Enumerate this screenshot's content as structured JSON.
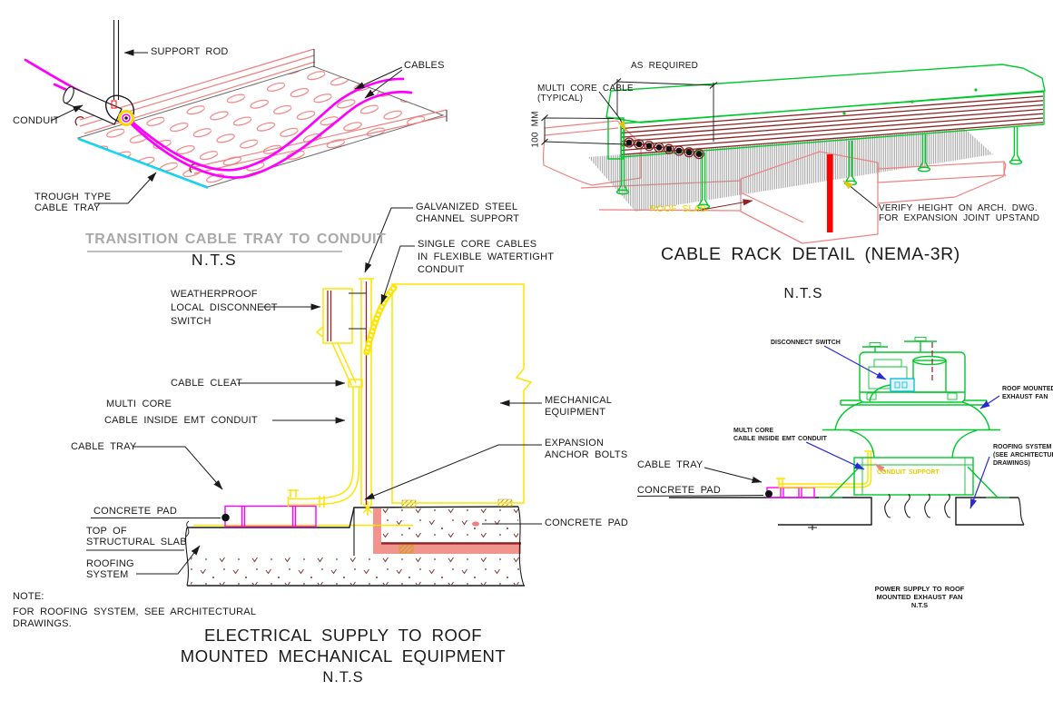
{
  "drawing1": {
    "title": "TRANSITION CABLE TRAY TO CONDUIT",
    "scale": "N.T.S",
    "labels": {
      "support_rod": "SUPPORT ROD",
      "cables": "CABLES",
      "conduit": "CONDUIT",
      "trough_type_line1": "TROUGH TYPE",
      "trough_type_line2": "CABLE TRAY"
    }
  },
  "drawing2": {
    "title": "CABLE RACK DETAIL (NEMA-3R)",
    "scale": "N.T.S",
    "labels": {
      "as_required": "AS REQUIRED",
      "multi_core_line1": "MULTI CORE CABLE",
      "multi_core_line2": "(TYPICAL)",
      "height_dim": "100 MM",
      "roof_slab": "ROOF SLAB",
      "verify_line1": "VERIFY HEIGHT ON ARCH. DWG.",
      "verify_line2": "FOR EXPANSION JOINT UPSTAND"
    }
  },
  "drawing3": {
    "title_line1": "ELECTRICAL SUPPLY TO ROOF",
    "title_line2": "MOUNTED MECHANICAL EQUIPMENT",
    "scale": "N.T.S",
    "labels": {
      "galvanized_line1": "GALVANIZED STEEL",
      "galvanized_line2": "CHANNEL SUPPORT",
      "single_core_line1": "SINGLE CORE CABLES",
      "single_core_line2": "IN FLEXIBLE WATERTIGHT",
      "single_core_line3": "CONDUIT",
      "weatherproof_line1": "WEATHERPROOF",
      "weatherproof_line2": "LOCAL DISCONNECT",
      "weatherproof_line3": "SWITCH",
      "cable_cleat": "CABLE CLEAT",
      "multi_core_line1": "MULTI CORE",
      "multi_core_line2": "CABLE INSIDE EMT CONDUIT",
      "cable_tray": "CABLE TRAY",
      "concrete_pad_left": "CONCRETE PAD",
      "top_of_line1": "TOP OF",
      "top_of_line2": "STRUCTURAL SLAB",
      "roofing_line1": "ROOFING",
      "roofing_line2": "SYSTEM",
      "mechanical_line1": "MECHANICAL",
      "mechanical_line2": "EQUIPMENT",
      "expansion_line1": "EXPANSION",
      "expansion_line2": "ANCHOR BOLTS",
      "concrete_pad_right": "CONCRETE PAD"
    },
    "note_heading": "NOTE:",
    "note_line1": "FOR ROOFING SYSTEM, SEE ARCHITECTURAL",
    "note_line2": "DRAWINGS."
  },
  "drawing4": {
    "title_line1": "POWER SUPPLY TO ROOF",
    "title_line2": "MOUNTED EXHAUST FAN",
    "scale": "N.T.S",
    "labels": {
      "disconnect_switch": "DISCONNECT SWITCH",
      "roof_mounted_line1": "ROOF MOUNTED",
      "roof_mounted_line2": "EXHAUST FAN",
      "multi_core_line1": "MULTI CORE",
      "multi_core_line2": "CABLE INSIDE EMT CONDUIT",
      "cable_tray": "CABLE TRAY",
      "concrete_pad": "CONCRETE PAD",
      "roofing_line1": "ROOFING SYSTEM",
      "roofing_line2": "(SEE ARCHITECTURAL",
      "roofing_line3": "DRAWINGS)",
      "conduit_support": "CONDUIT SUPPORT"
    }
  },
  "colors": {
    "salmon": "#f08080",
    "magenta": "#ff00ff",
    "cyan": "#00e0ff",
    "yellow": "#ffe400",
    "green": "#00c92b",
    "dark_red": "#8b2525",
    "red": "#ff0000",
    "blue": "#2a2ad4",
    "gray_title": "#a9a9a9"
  }
}
